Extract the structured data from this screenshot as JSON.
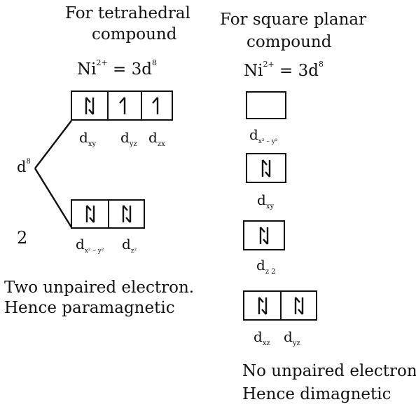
{
  "left": {
    "title_line1": "For tetrahedral",
    "title_line2": "compound",
    "config_ion": "Ni",
    "config_charge": "2+",
    "config_eq": " = 3d",
    "config_sup": "8",
    "split_label_base": "d",
    "split_label_sup": "8",
    "split_number": "2",
    "upper_orbitals": [
      {
        "label_base": "d",
        "label_sub": "xy",
        "electrons": "paired"
      },
      {
        "label_base": "d",
        "label_sub": "yz",
        "electrons": "single"
      },
      {
        "label_base": "d",
        "label_sub": "zx",
        "electrons": "single"
      }
    ],
    "lower_orbitals": [
      {
        "label_base": "d",
        "label_sub": "x² – y²",
        "electrons": "paired"
      },
      {
        "label_base": "d",
        "label_sub": "z²",
        "electrons": "paired"
      }
    ],
    "conclusion_line1": "Two unpaired electron.",
    "conclusion_line2": "Hence paramagnetic"
  },
  "right": {
    "title_line1": "For square planar",
    "title_line2": "compound",
    "config_ion": "Ni",
    "config_charge": "2+",
    "config_eq": " = 3d",
    "config_sup": "8",
    "orbitals": [
      {
        "label_base": "d",
        "label_sub": "x² – y²",
        "electrons": "empty"
      },
      {
        "label_base": "d",
        "label_sub": "xy",
        "electrons": "paired"
      },
      {
        "label_base": "d",
        "label_sub": "z 2",
        "electrons": "paired"
      },
      {
        "label_base": "d",
        "label_sub": "xz",
        "electrons": "paired"
      },
      {
        "label_base": "d",
        "label_sub": "yz",
        "electrons": "paired"
      }
    ],
    "conclusion_line1": "No unpaired electron",
    "conclusion_line2": "Hence dimagnetic"
  }
}
